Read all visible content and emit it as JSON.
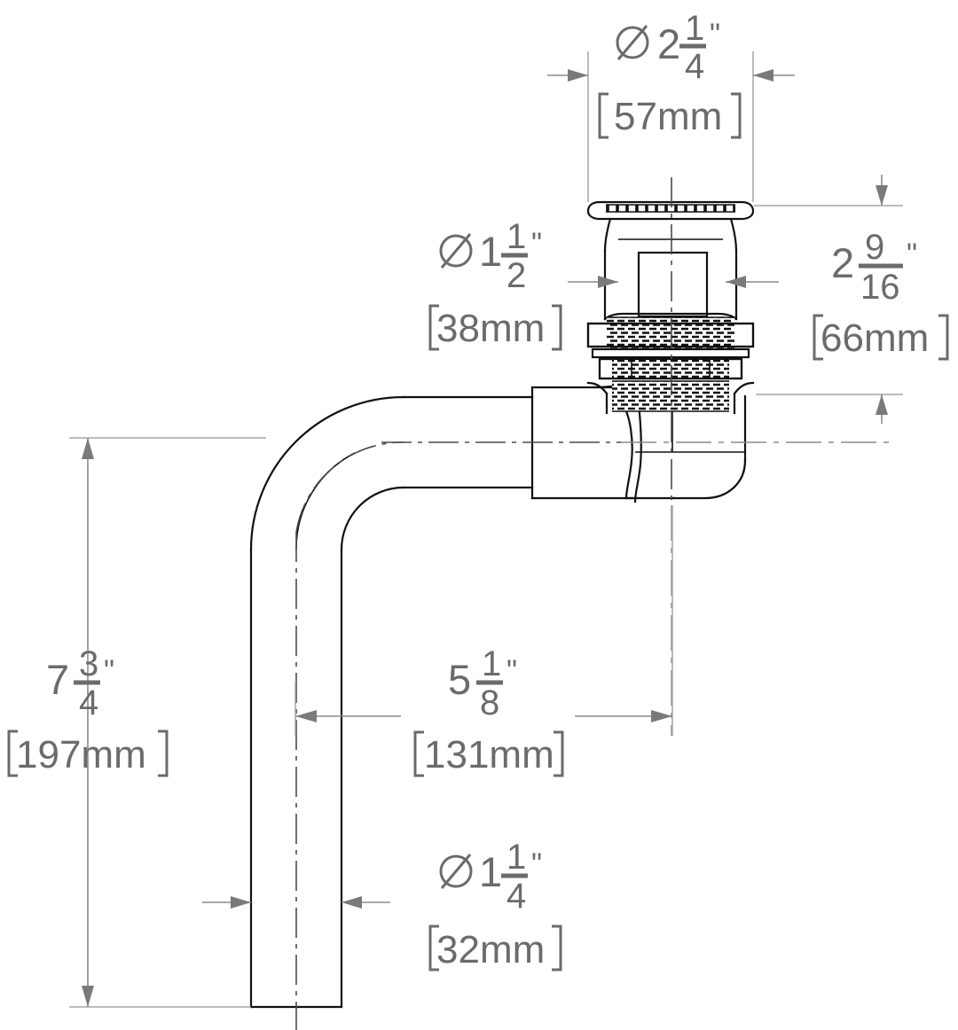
{
  "drawing": {
    "title": "Sink drain tailpiece and P-trap arm dimensioned drawing",
    "units_primary": "inch",
    "units_secondary": "mm",
    "line_color": "#111111",
    "dim_color": "#8c8c8c",
    "text_color": "#6b6b6b"
  },
  "dimensions": {
    "flange_diameter": {
      "symbol": "⌀",
      "whole": "2",
      "numerator": "1",
      "denominator": "4",
      "unit_mark": "\"",
      "metric": "[57mm]",
      "metric_open": "[",
      "metric_value": "57mm",
      "metric_close": "]"
    },
    "body_diameter": {
      "symbol": "⌀",
      "whole": "1",
      "numerator": "1",
      "denominator": "2",
      "unit_mark": "\"",
      "metric": "[38mm]",
      "metric_value": "38mm"
    },
    "drain_height": {
      "symbol": "",
      "whole": "2",
      "numerator": "9",
      "denominator": "16",
      "unit_mark": "\"",
      "metric": "[66mm]",
      "metric_value": "66mm"
    },
    "drop_height": {
      "symbol": "",
      "whole": "7",
      "numerator": "3",
      "denominator": "4",
      "unit_mark": "\"",
      "metric": "[197mm]",
      "metric_value": "197mm"
    },
    "horizontal_run": {
      "symbol": "",
      "whole": "5",
      "numerator": "1",
      "denominator": "8",
      "unit_mark": "\"",
      "metric": "[131mm]",
      "metric_value": "131mm"
    },
    "pipe_diameter": {
      "symbol": "⌀",
      "whole": "1",
      "numerator": "1",
      "denominator": "4",
      "unit_mark": "\"",
      "metric": "[32mm]",
      "metric_value": "32mm"
    }
  }
}
